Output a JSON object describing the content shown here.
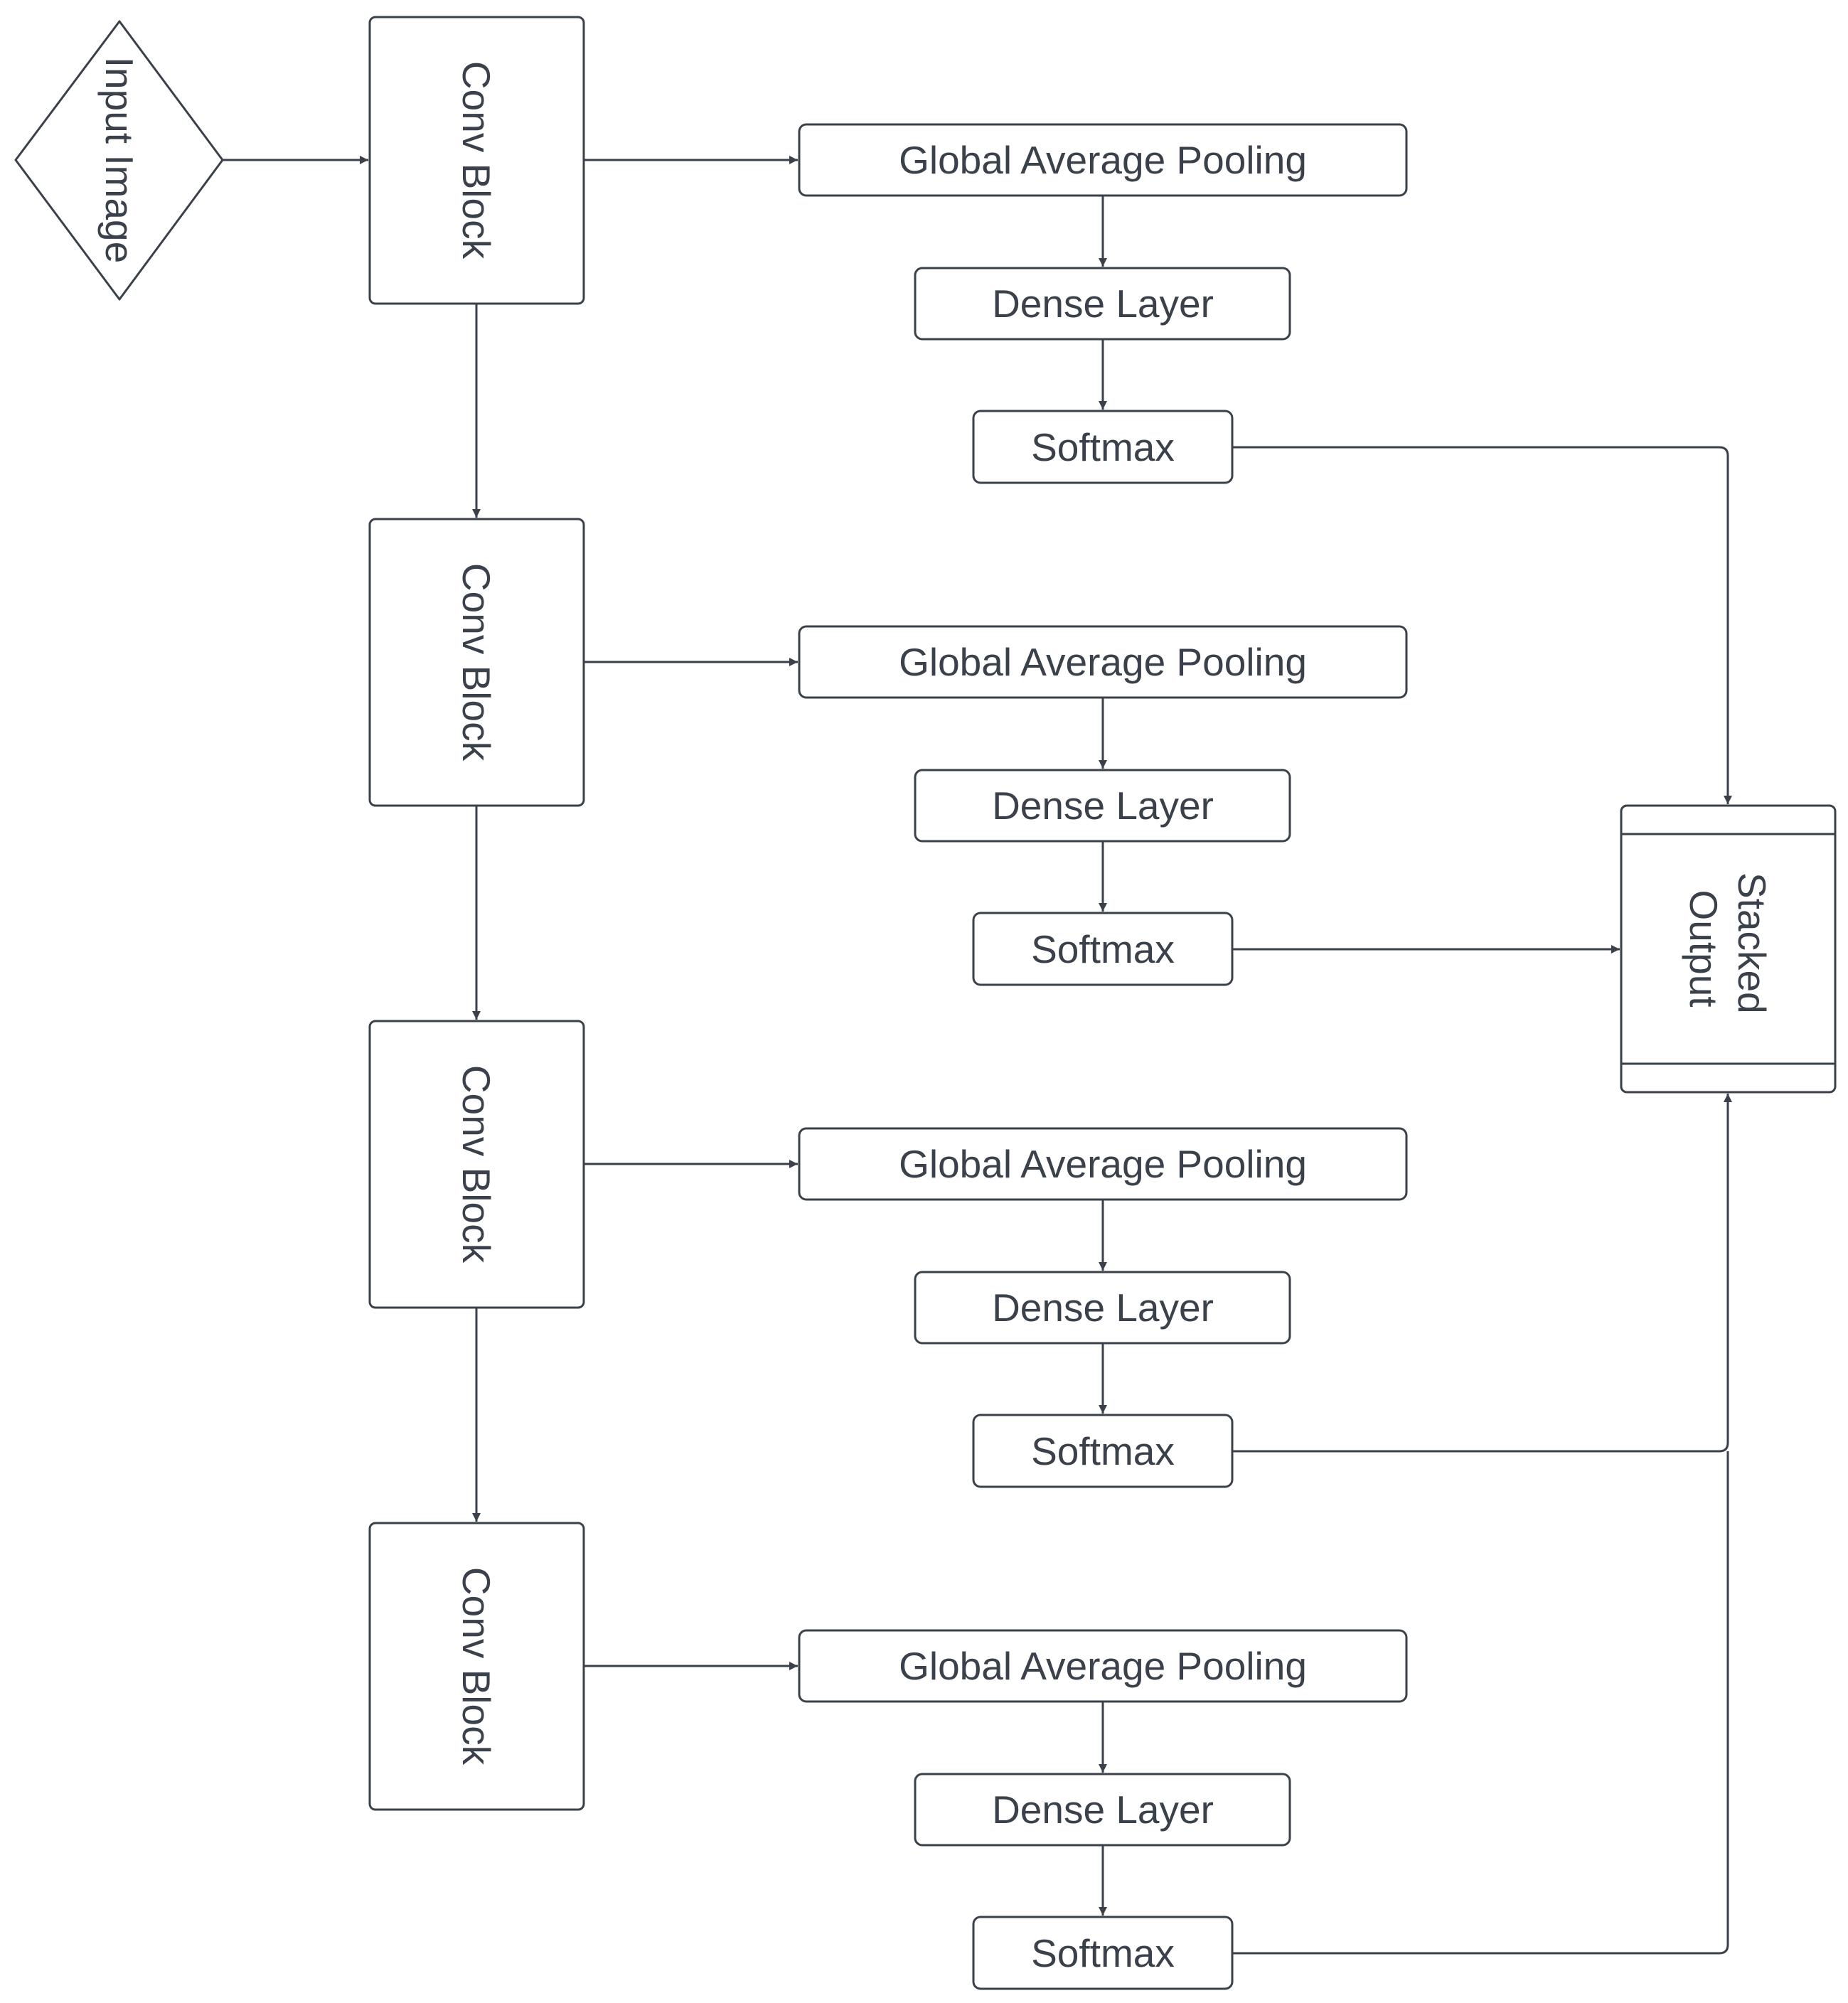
{
  "diagram": {
    "colors": {
      "stroke": "#3a414a",
      "background": "#ffffff",
      "text": "#3a414a"
    },
    "input": {
      "label": "Input Image"
    },
    "rows": [
      {
        "conv_label": "Conv Block",
        "gap_label": "Global Average Pooling",
        "dense_label": "Dense Layer",
        "softmax_label": "Softmax"
      },
      {
        "conv_label": "Conv Block",
        "gap_label": "Global Average Pooling",
        "dense_label": "Dense Layer",
        "softmax_label": "Softmax"
      },
      {
        "conv_label": "Conv Block",
        "gap_label": "Global Average Pooling",
        "dense_label": "Dense Layer",
        "softmax_label": "Softmax"
      },
      {
        "conv_label": "Conv Block",
        "gap_label": "Global Average Pooling",
        "dense_label": "Dense Layer",
        "softmax_label": "Softmax"
      }
    ],
    "output": {
      "label_line1": "Stacked",
      "label_line2": "Output"
    }
  }
}
